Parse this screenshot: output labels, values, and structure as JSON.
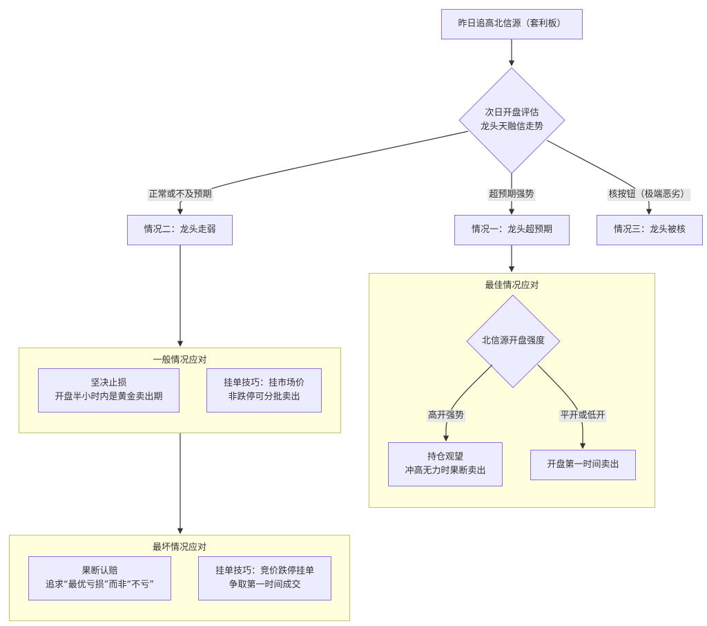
{
  "nodes": {
    "start": "昨日追高北信源（套利板）",
    "decision_lines": [
      "次日开盘评估",
      "龙头天融信走势"
    ],
    "case1": "情况一：龙头超预期",
    "case2": "情况二：龙头走弱",
    "case3": "情况三：龙头被核",
    "best_decision": "北信源开盘强度",
    "hold_lines": [
      "持仓观望",
      "冲高无力时果断卖出"
    ],
    "sell_open": "开盘第一时间卖出",
    "stoploss_lines": [
      "坚决止损",
      "开盘半小时内是黄金卖出期"
    ],
    "order_tip_1_lines": [
      "挂单技巧：挂市场价",
      "非跌停可分批卖出"
    ],
    "cut_lines": [
      "果断认赔",
      "追求“最优亏损”而非“不亏”"
    ],
    "order_tip_2_lines": [
      "挂单技巧：竞价跌停挂单",
      "争取第一时间成交"
    ]
  },
  "clusters": {
    "best": "最佳情况应对",
    "normal": "一般情况应对",
    "worst": "最坏情况应对"
  },
  "edge_labels": {
    "normal": "正常或不及预期",
    "strong": "超预期强势",
    "nuke": "核按钮（极端恶劣）",
    "high_open": "高开强势",
    "flat_low": "平开或低开"
  },
  "colors": {
    "node_fill": "#ececff",
    "node_border": "#9370db",
    "cluster_fill": "#ffffde",
    "cluster_border": "#c2c270",
    "edge": "#333333",
    "edge_label_bg": "#e8e8e8"
  }
}
